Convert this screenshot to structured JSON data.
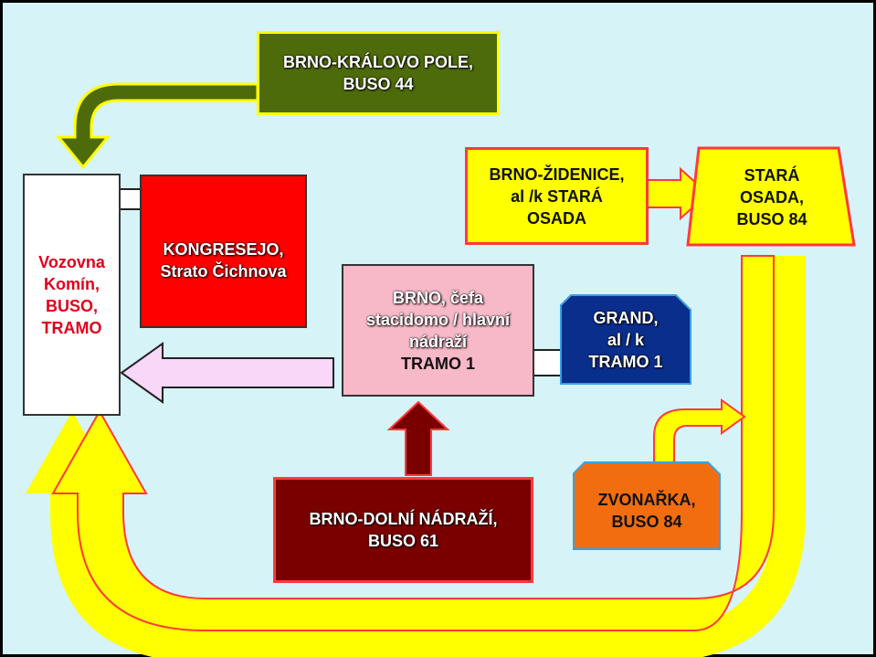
{
  "nodes": {
    "vozovna": [
      "Vozovna",
      "Komín,",
      "BUSO,",
      "TRAMO"
    ],
    "kongresejo": [
      "KONGRESEJO,",
      "Strato Čichnova"
    ],
    "kralovo_pole": [
      "BRNO-KRÁLOVO POLE,",
      "BUSO 44"
    ],
    "zidenice": [
      "BRNO-ŽIDENICE,",
      "al /k STARÁ",
      "OSADA"
    ],
    "stara_osada": [
      "STARÁ",
      "OSADA,",
      "BUSO 84"
    ],
    "hlavni": [
      "BRNO, čefa",
      "stacidomo / hlavní",
      "nádraží",
      "TRAMO 1"
    ],
    "grand": [
      "GRAND,",
      "al / k",
      "TRAMO 1"
    ],
    "zvonarka": [
      "ZVONAŘKA,",
      "BUSO 84"
    ],
    "dolni": [
      "BRNO-DOLNÍ NÁDRAŽÍ,",
      "BUSO 61"
    ]
  },
  "colors": {
    "background": "#d6f3f7",
    "yellow": "#ffff00",
    "red_border": "#ff2a2a",
    "green_box": "#4e6b0b",
    "red_box": "#ff0000",
    "pink_box": "#f7b8c8",
    "navy_box": "#0a2e8c",
    "orange_box": "#f26d0f",
    "maroon_box": "#7a0000",
    "star": "#33dd33"
  }
}
